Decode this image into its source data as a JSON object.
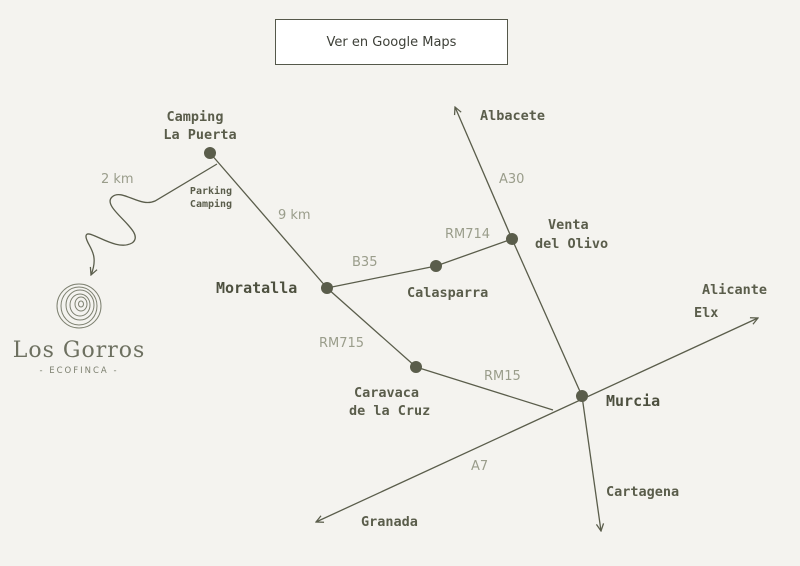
{
  "button": {
    "label": "Ver en Google Maps"
  },
  "places": {
    "camping": [
      "Camping",
      "La Puerta"
    ],
    "parking": [
      "Parking",
      "Camping"
    ],
    "moratalla": "Moratalla",
    "calasparra": "Calasparra",
    "venta": [
      "Venta",
      "del Olivo"
    ],
    "caravaca": [
      "Caravaca",
      "de la Cruz"
    ],
    "murcia": "Murcia",
    "albacete": "Albacete",
    "alicante": "Alicante",
    "elx": "Elx",
    "cartagena": "Cartagena",
    "granada": "Granada"
  },
  "distances": {
    "trail": "2 km",
    "camping_moratalla": "9 km"
  },
  "roads": {
    "b35": "B35",
    "rm714": "RM714",
    "a30": "A30",
    "rm715": "RM715",
    "rm15": "RM15",
    "a7": "A7"
  },
  "logo": {
    "name": "Los Gorros",
    "subtitle": "- ECOFINCA -",
    "icon": "tree-rings-icon"
  },
  "colors": {
    "background": "#f4f3ef",
    "line": "#5a5d4b",
    "road_label": "#9a9d8b"
  }
}
